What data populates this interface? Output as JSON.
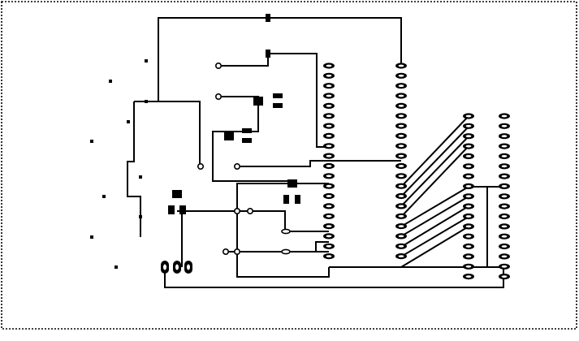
{
  "board": {
    "type": "pcb-layout",
    "background": "#ffffff",
    "trace_color": "#000000",
    "border_style": "dotted",
    "headers": [
      {
        "id": "header-a",
        "pins": 20
      },
      {
        "id": "header-b",
        "pins": 20
      },
      {
        "id": "header-c",
        "pins": 17
      },
      {
        "id": "header-d",
        "pins": 17
      }
    ],
    "small_pad_row_count": 3
  }
}
